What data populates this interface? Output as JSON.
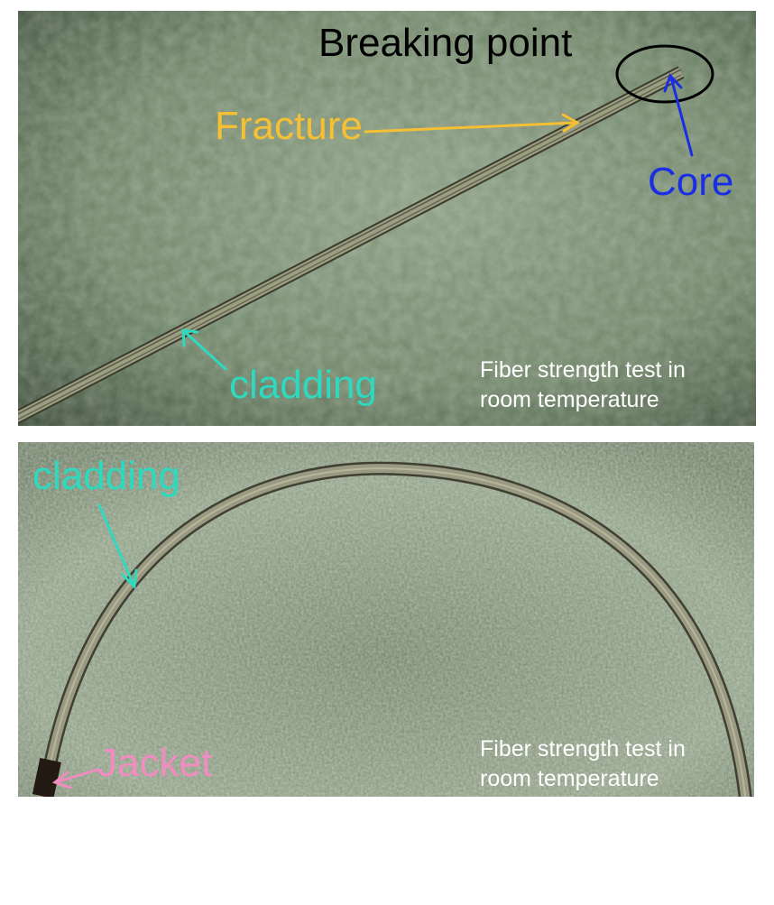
{
  "top_panel": {
    "labels": {
      "breaking_point": "Breaking point",
      "fracture": "Fracture",
      "core": "Core",
      "cladding": "cladding"
    },
    "caption_line1": "Fiber strength test in",
    "caption_line2": "room temperature"
  },
  "bottom_panel": {
    "labels": {
      "cladding": "cladding",
      "jacket": "Jacket"
    },
    "caption_line1": "Fiber strength test in",
    "caption_line2": "room temperature"
  },
  "colors": {
    "background": "#6f8468",
    "fiber": "#9c9e82",
    "breaking_point": "#000000",
    "fracture": "#f5c033",
    "core": "#1a2ee6",
    "cladding": "#2ed9bf",
    "jacket": "#f28cc0",
    "caption": "#ffffff"
  }
}
